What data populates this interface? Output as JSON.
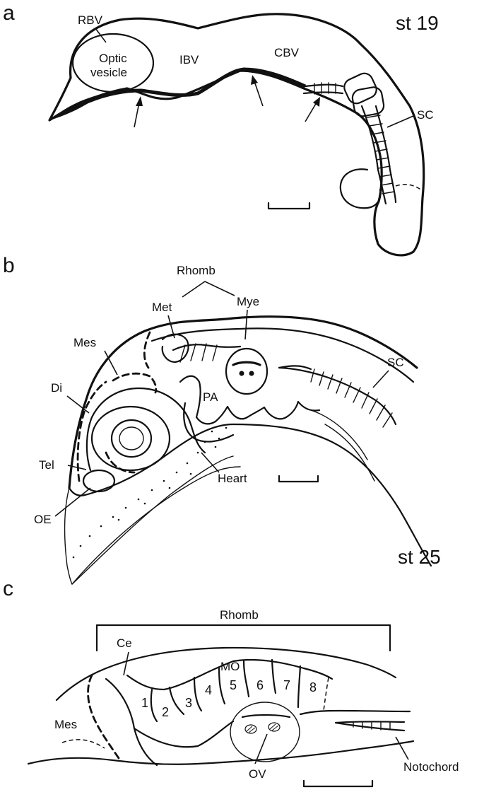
{
  "panels": {
    "a": {
      "letter": "a",
      "stage": "st 19",
      "labels": {
        "rbv": "RBV",
        "optic": "Optic",
        "vesicle": "vesicle",
        "ibv": "IBV",
        "cbv": "CBV",
        "sc": "SC"
      }
    },
    "b": {
      "letter": "b",
      "stage": "st 25",
      "labels": {
        "rhomb": "Rhomb",
        "met": "Met",
        "mye": "Mye",
        "mes": "Mes",
        "di": "Di",
        "pa": "PA",
        "sc": "SC",
        "tel": "Tel",
        "heart": "Heart",
        "oe": "OE"
      }
    },
    "c": {
      "letter": "c",
      "labels": {
        "rhomb": "Rhomb",
        "ce": "Ce",
        "mo": "MO",
        "mes": "Mes",
        "ov": "OV",
        "notochord": "Notochord"
      },
      "rhombomeres": [
        "1",
        "2",
        "3",
        "4",
        "5",
        "6",
        "7",
        "8"
      ]
    }
  }
}
